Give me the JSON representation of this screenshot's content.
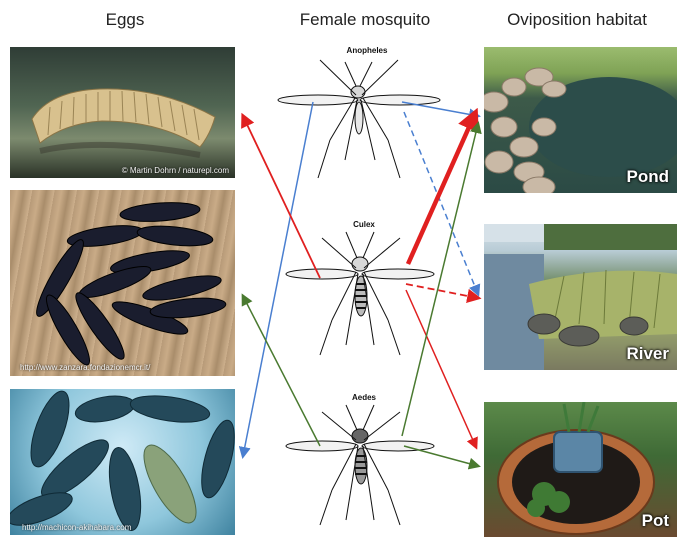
{
  "headers": {
    "eggs": "Eggs",
    "mosquito": "Female mosquito",
    "habitat": "Oviposition habitat"
  },
  "mosquitoes": {
    "anopheles": "Anopheles",
    "culex": "Culex",
    "aedes": "Aedes"
  },
  "habitats": {
    "pond": "Pond",
    "river": "River",
    "pot": "Pot"
  },
  "credits": {
    "anopheles_eggs": "© Martin Dohrn / naturepl.com",
    "culex_eggs": "http://www.zanzara.fondazionemcr.it/",
    "aedes_eggs": "http://machicon-akihabara.com"
  },
  "arrow_colors": {
    "anopheles": "#4a7fd0",
    "culex": "#e02020",
    "aedes": "#4a7a30"
  }
}
